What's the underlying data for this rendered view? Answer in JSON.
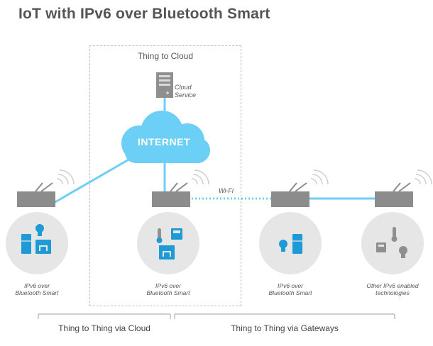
{
  "title": "IoT with IPv6 over Bluetooth Smart",
  "box_label": "Thing to Cloud",
  "cloud_label": "INTERNET",
  "cloud_service": [
    "Cloud",
    "Service"
  ],
  "wifi_label": "Wi-Fi",
  "groups": [
    {
      "label": [
        "IPv6 over",
        "Bluetooth Smart"
      ]
    },
    {
      "label": [
        "IPv6 over",
        "Bluetooth Smart"
      ]
    },
    {
      "label": [
        "IPv6 over",
        "Bluetooth Smart"
      ]
    },
    {
      "label": [
        "Other IPv6 enabled",
        "technologies"
      ]
    }
  ],
  "bottom_labels": {
    "left": "Thing to Thing via Cloud",
    "right": "Thing to Thing via Gateways"
  },
  "colors": {
    "accent": "#6ccff6",
    "device_blue": "#1e9ad6",
    "router": "#8c8c8c",
    "circle": "#e6e6e6",
    "grey_device": "#8f8f8f"
  }
}
